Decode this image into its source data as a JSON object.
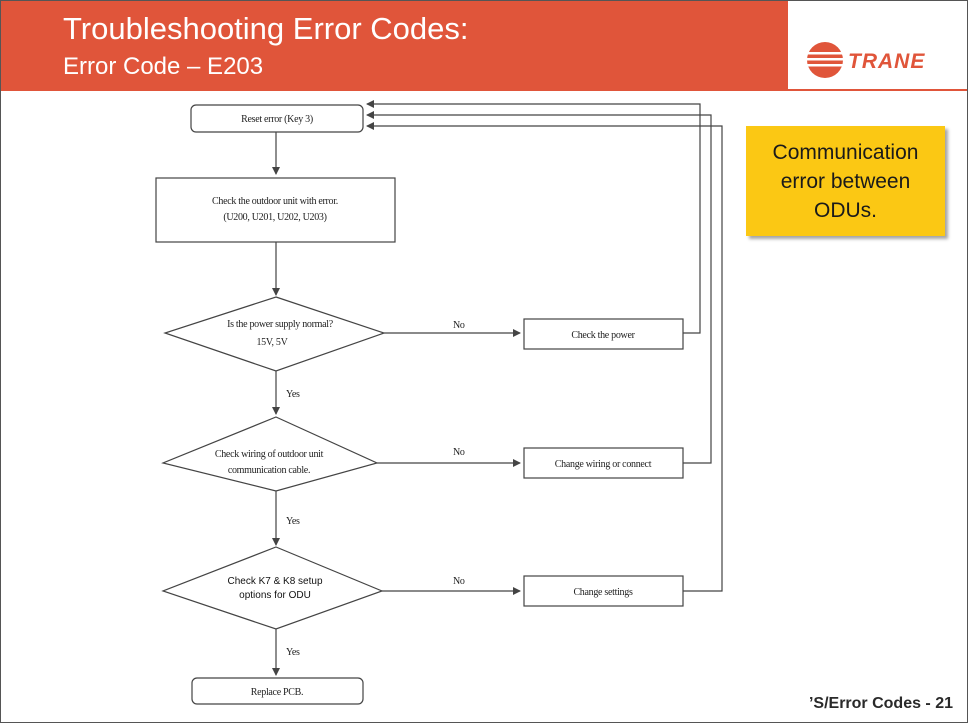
{
  "slide": {
    "title": "Troubleshooting Error Codes:",
    "subtitle": "Error Code – E203",
    "footer": "’S/Error Codes - 21"
  },
  "logo": {
    "icon": "trane-logo-icon",
    "text": "TRANE"
  },
  "callout": {
    "text": "Communication\nerror between\nODUs."
  },
  "flowchart": {
    "reset": "Reset error (Key 3)",
    "check_unit": [
      "Check the outdoor unit with error.",
      "(U200, U201, U202, U203)"
    ],
    "q_power": [
      "Is the power supply normal?",
      "15V, 5V"
    ],
    "a_power": "Check the power",
    "q_wiring": [
      "Check wiring of outdoor unit",
      "communication cable."
    ],
    "a_wiring": "Change wiring or connect",
    "q_setup": [
      "Check K7 & K8 setup",
      "options for ODU"
    ],
    "a_setup": "Change settings",
    "replace": "Replace PCB.",
    "yes": "Yes",
    "no": "No"
  },
  "colors": {
    "header": "#e0553a",
    "callout": "#fbc814",
    "logo": "#e0553a"
  }
}
